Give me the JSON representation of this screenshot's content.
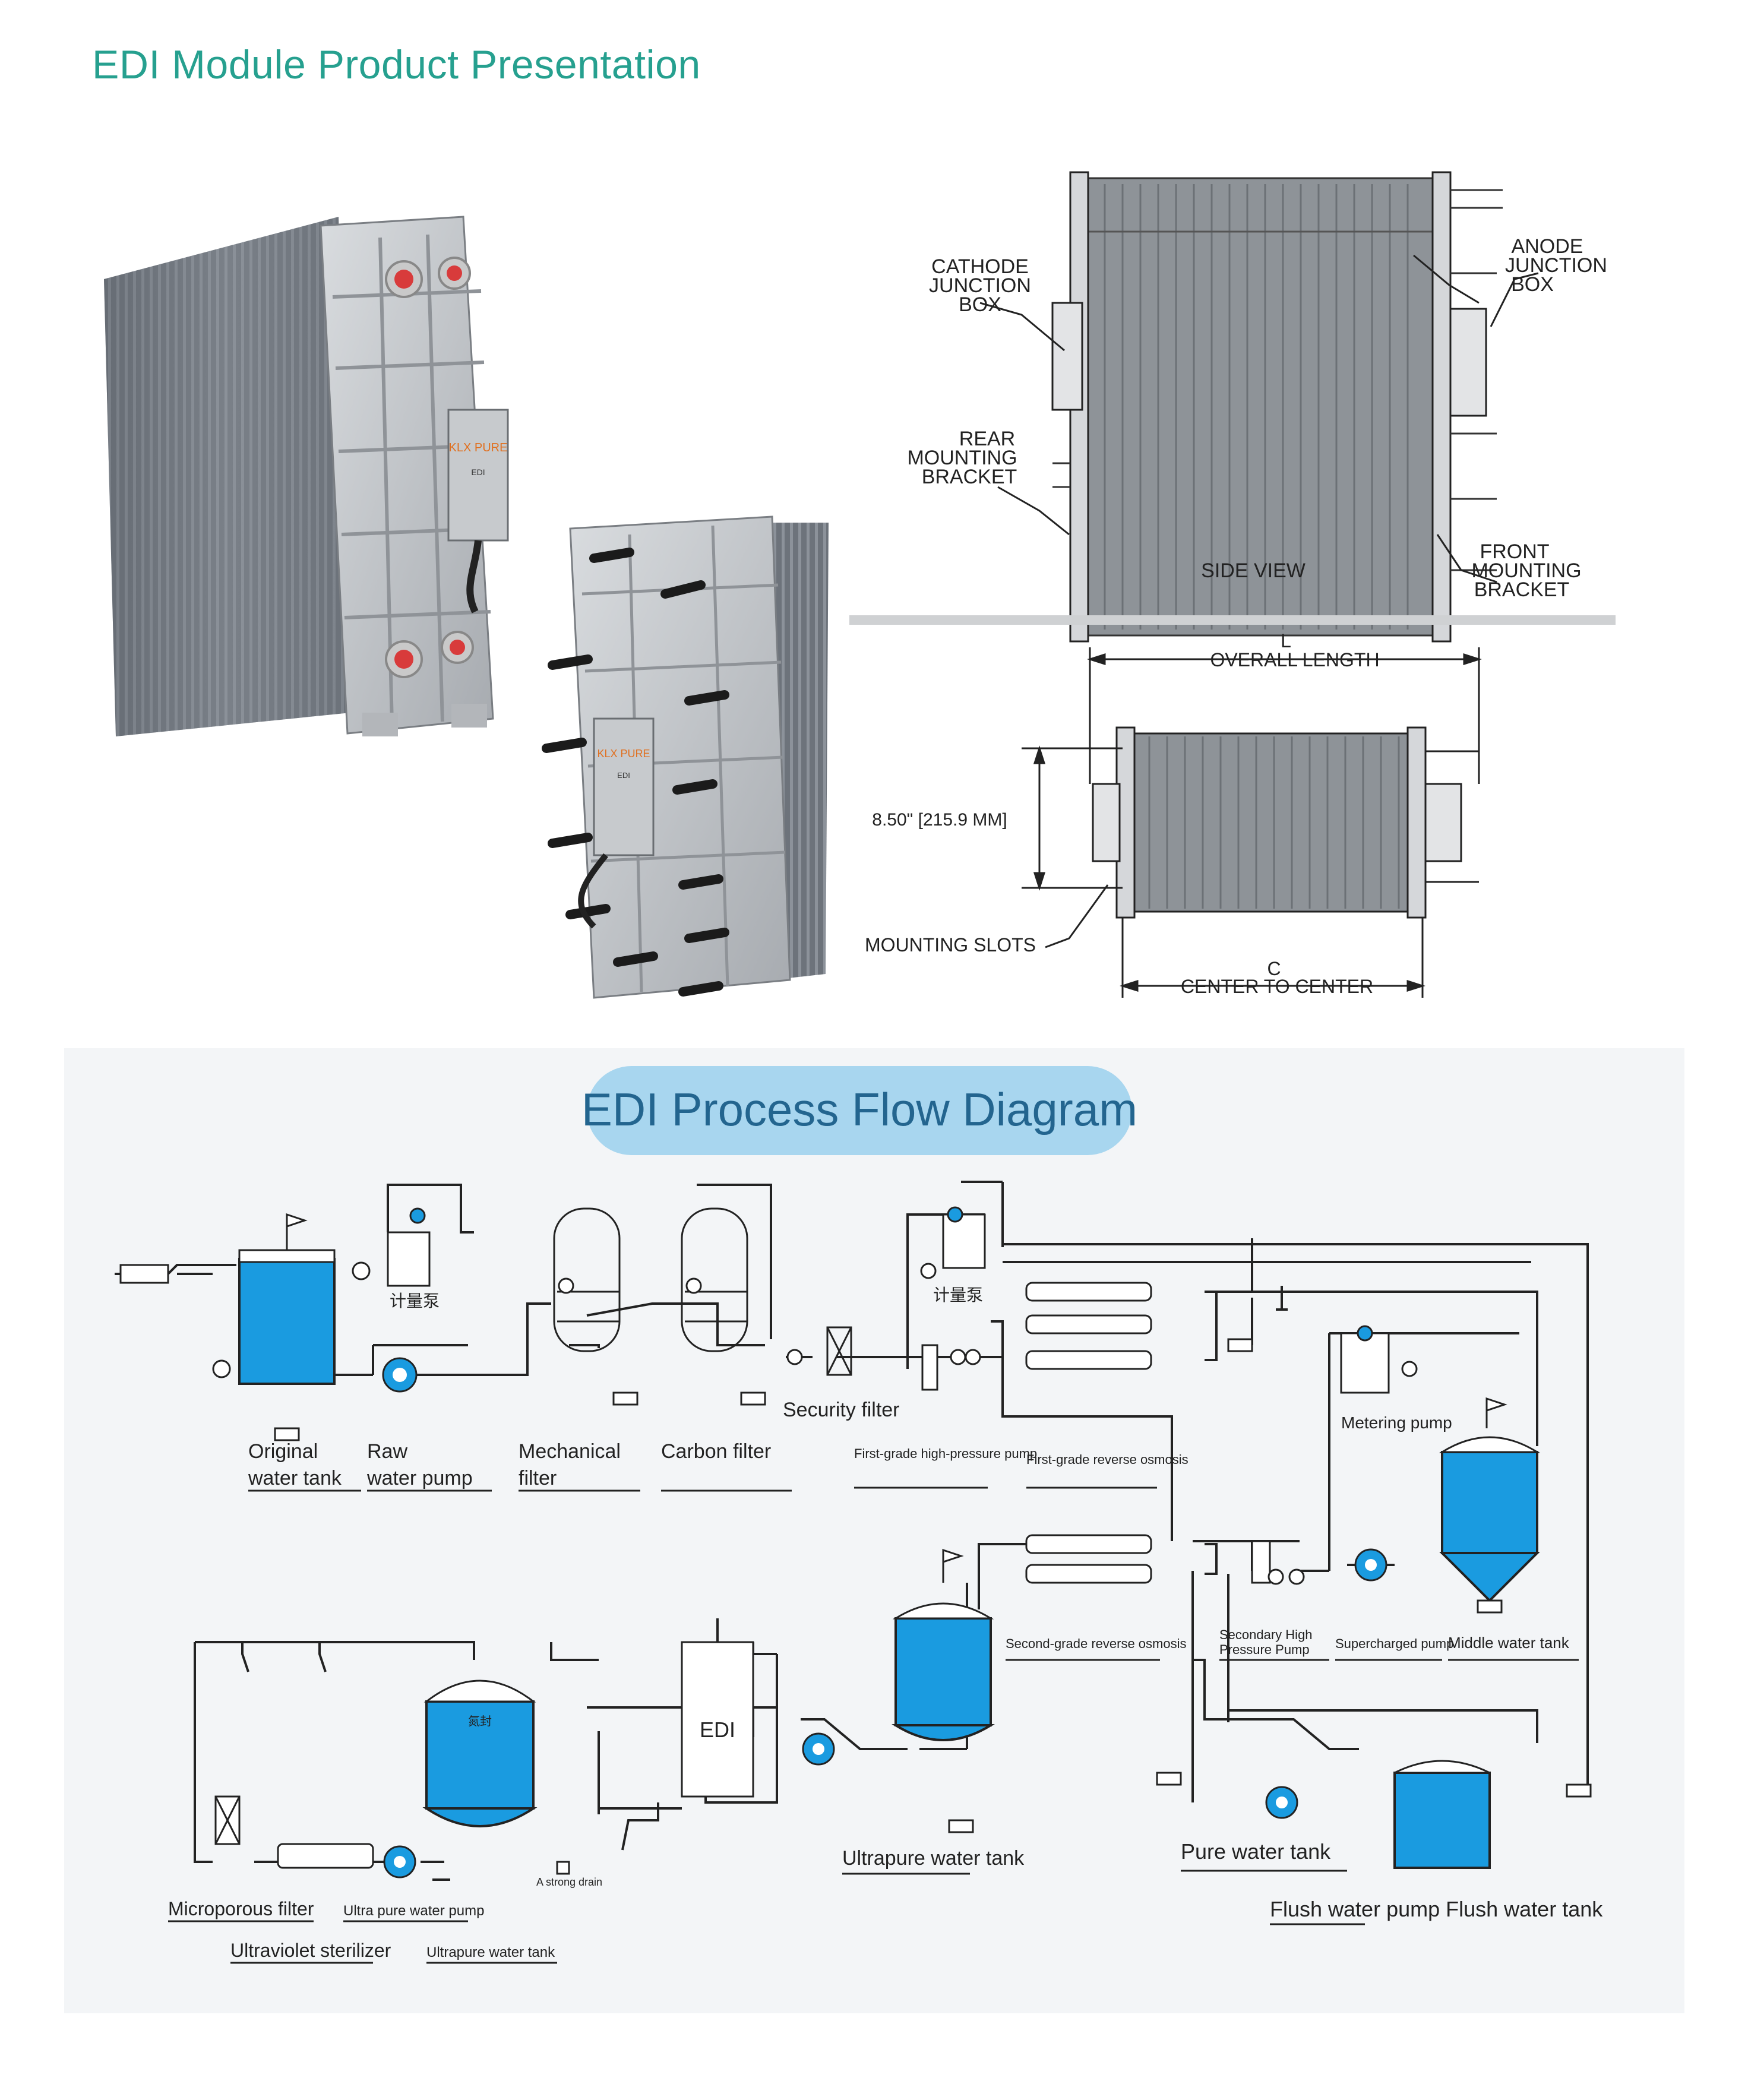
{
  "page_title": "EDI Module Product Presentation",
  "product": {
    "brand": "KLX PURE",
    "model": "EDI"
  },
  "side_view": {
    "caption": "SIDE VIEW",
    "cathode": [
      "CATHODE",
      "JUNCTION",
      "BOX"
    ],
    "anode": [
      "ANODE",
      "JUNCTION",
      "BOX"
    ],
    "rear": [
      "REAR",
      "MOUNTING",
      "BRACKET"
    ],
    "front": [
      "FRONT",
      "MOUNTING",
      "BRACKET"
    ]
  },
  "top_view": {
    "overall_length_letter": "L",
    "overall_length": "OVERALL LENGTH",
    "height_dim": "8.50\" [215.9 MM]",
    "mounting_slots": "MOUNTING SLOTS",
    "center_letter": "C",
    "center_to_center": "CENTER TO CENTER"
  },
  "flow": {
    "title": "EDI Process Flow Diagram",
    "metering_pump_cn": "计量泵",
    "labels": {
      "original_1": "Original",
      "original_2": "water tank",
      "raw_1": "Raw",
      "raw_2": "water pump",
      "mech_1": "Mechanical",
      "mech_2": "filter",
      "carbon": "Carbon filter",
      "security": "Security filter",
      "hp_pump": "First-grade high-pressure pump",
      "ro1": "First-grade reverse osmosis",
      "metering": "Metering pump",
      "ro2": "Second-grade reverse osmosis",
      "shp_1": "Secondary High",
      "shp_2": "Pressure Pump",
      "supercharged": "Supercharged pump",
      "middle": "Middle water tank",
      "edi": "EDI",
      "drain": "A strong drain",
      "ultrapure_tank": "Ultrapure water tank",
      "pure_tank": "Pure water tank",
      "flush": "Flush water pump Flush water tank",
      "microporous": "Microporous filter",
      "uv": "Ultraviolet sterilizer",
      "up_pump": "Ultra pure water pump",
      "up_tank2": "Ultrapure water tank",
      "seal_cn": "氮封"
    }
  },
  "colors": {
    "title_green": "#26a08f",
    "title_pill": "#a8d6ef",
    "title_text": "#23658f",
    "tank_blue": "#1a9be0",
    "panel_bg": "#f3f5f7",
    "divider": "#cfd1d3"
  }
}
